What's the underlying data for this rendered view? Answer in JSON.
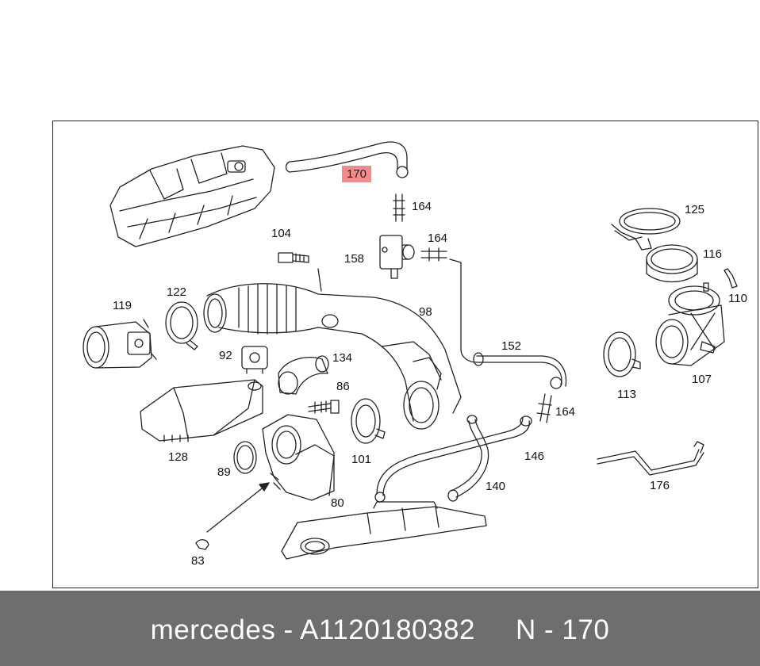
{
  "callouts": [
    "170",
    "164",
    "164",
    "158",
    "104",
    "98",
    "122",
    "119",
    "92",
    "134",
    "152",
    "125",
    "116",
    "110",
    "113",
    "107",
    "86",
    "164",
    "128",
    "89",
    "101",
    "146",
    "140",
    "176",
    "80",
    "83"
  ],
  "highlighted_part": "170",
  "caption": {
    "brand": "mercedes",
    "separator": " - ",
    "part_number": "A1120180382",
    "gap": "     ",
    "position_label": "N - 170"
  },
  "colors": {
    "highlight": "#f38b8b",
    "caption_bg": "#6e6e6e",
    "caption_text": "#ffffff",
    "line_art": "#222222"
  }
}
